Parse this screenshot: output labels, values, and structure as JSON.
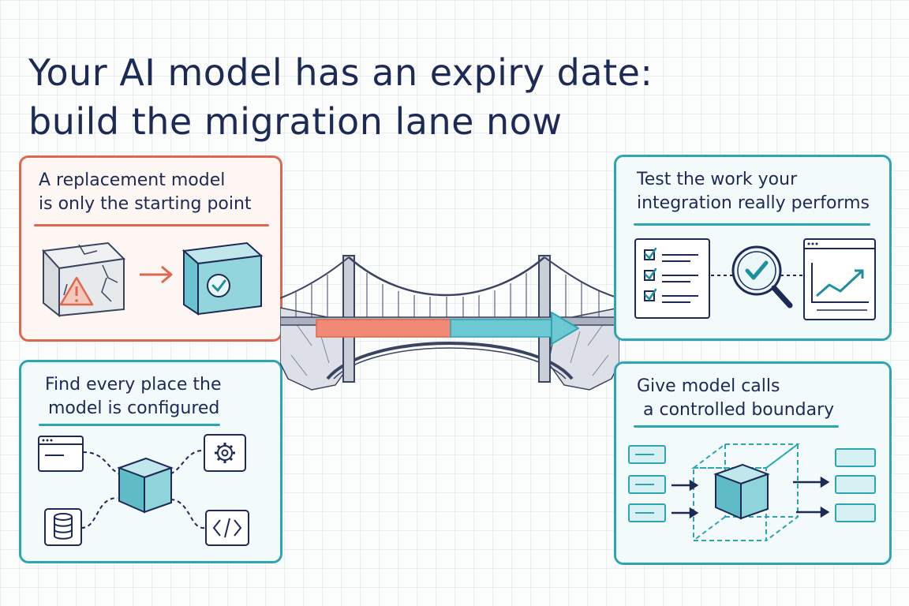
{
  "title": {
    "line1": "Your AI model has an expiry date:",
    "line2": "build the migration lane now"
  },
  "panels": {
    "replacement": {
      "line1": "A replacement model",
      "line2": "is only the starting point"
    },
    "find": {
      "line1": "Find every place the",
      "line2": "model is configured"
    },
    "test": {
      "line1": "Test the work your",
      "line2": "integration really performs"
    },
    "boundary": {
      "line1": "Give model calls",
      "line2": "a controlled boundary"
    }
  },
  "colors": {
    "accent_red": "#e0674f",
    "accent_teal": "#2fa5b2",
    "ink": "#1d2a55"
  },
  "icons": [
    "cracked-cube-icon",
    "warning-icon",
    "arrow-right-icon",
    "check-cube-icon",
    "checklist-icon",
    "magnifier-check-icon",
    "chart-window-icon",
    "browser-window-icon",
    "gear-icon",
    "database-icon",
    "code-icon",
    "bridge-icon",
    "boundary-box-icon"
  ]
}
